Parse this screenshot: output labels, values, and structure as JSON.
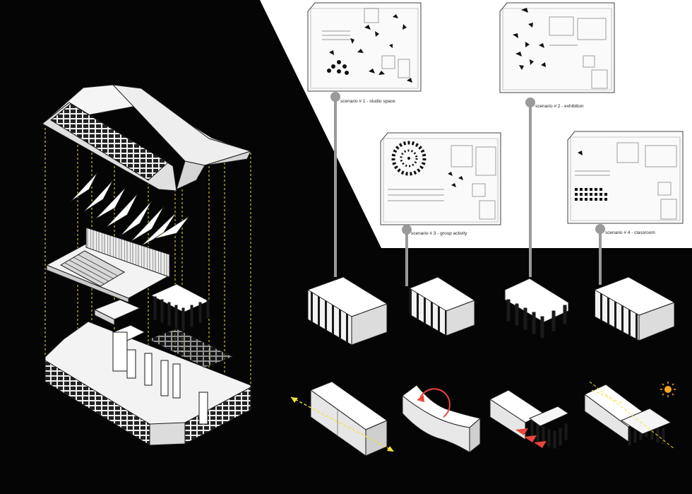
{
  "colors": {
    "background": "#050505",
    "panel": "#ffffff",
    "model_fill": "#ededed",
    "stroke": "#1a1a1a",
    "guide_line": "#f2e33a",
    "connector": "#9a9a9a",
    "rotation_arrow": "#e8463c",
    "sun": "#f5a623"
  },
  "scenarios": [
    {
      "label": "scenario # 1 - studio space",
      "icon": "studio-floor-plan"
    },
    {
      "label": "scenario # 2 - exhibition",
      "icon": "exhibition-floor-plan"
    },
    {
      "label": "scenario # 3 - group activity",
      "icon": "group-activity-floor-plan"
    },
    {
      "label": "scenario # 4 - classroom",
      "icon": "classroom-floor-plan"
    }
  ],
  "module_diagrams": [
    {
      "icon": "circulation-arrow-icon"
    },
    {
      "icon": "rotation-arrow-icon"
    },
    {
      "icon": "dispersal-arrows-icon"
    },
    {
      "icon": "sun-icon"
    }
  ]
}
